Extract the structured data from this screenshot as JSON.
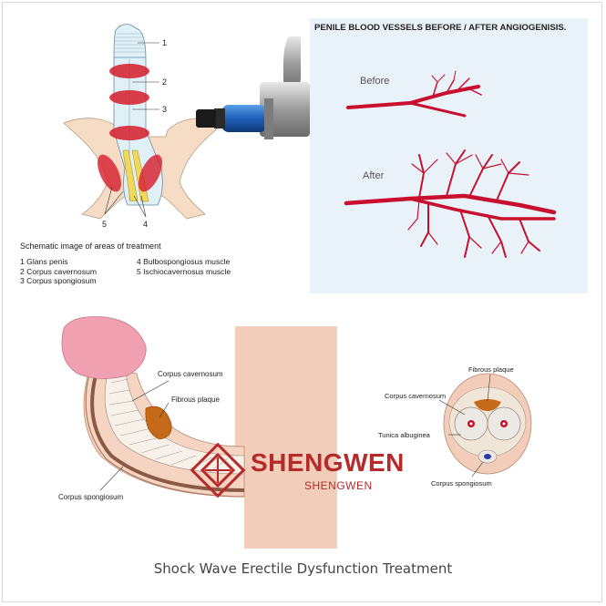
{
  "anatomy": {
    "numbers": [
      "1",
      "2",
      "3",
      "4",
      "5"
    ],
    "legend_title": "Schematic image of areas of treatment",
    "legend_left": [
      "1  Glans penis",
      "2 Corpus cavernosum",
      "3 Corpus spongiosum"
    ],
    "legend_right": [
      "4 Bulbospongiosus muscle",
      "5 Ischiocavernosus muscle"
    ]
  },
  "vessels": {
    "title": "PENILE BLOOD VESSELS BEFORE / AFTER ANGIOGENISIS.",
    "before_label": "Before",
    "after_label": "After"
  },
  "side_view": {
    "corpus_cavernosum": "Corpus cavernosum",
    "fibrous_plaque": "Fibrous plaque",
    "corpus_spongiosum": "Corpus spongiosum"
  },
  "cross_section": {
    "fibrous_plaque": "Fibrous plaque",
    "corpus_cavernosum": "Corpus cavernosum",
    "tunica_albuginea": "Tunica albuginea",
    "corpus_spongiosum": "Corpus spongiosum"
  },
  "watermark": {
    "brand": "SHENGWEN",
    "sub": "SHENGWEN"
  },
  "caption": "Shock Wave Erectile Dysfunction Treatment",
  "colors": {
    "accent_red": "#c8102e",
    "vessel_bg": "#e9f2f8",
    "skin": "#f2cdb9",
    "brand": "#b72a2a"
  }
}
